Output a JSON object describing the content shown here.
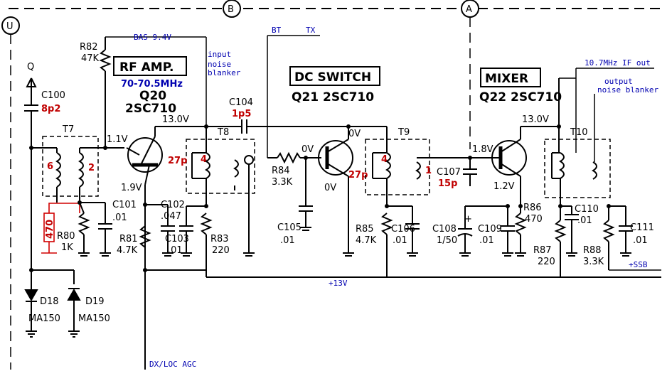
{
  "nodes": {
    "u": "U",
    "b": "B",
    "a": "A"
  },
  "blocks": {
    "rf_amp": "RF AMP.",
    "dc_switch": "DC SWITCH",
    "mixer": "MIXER"
  },
  "transistors": {
    "q20": "Q20",
    "q20_type": "2SC710",
    "q21": "Q21 2SC710",
    "q22": "Q22 2SC710"
  },
  "band": "70-70.5MHz",
  "annotations": {
    "bas": "BAS 9.4V",
    "input": "input",
    "noise": "noise",
    "blanker": "blanker",
    "bt": "BT",
    "tx": "TX",
    "if_out": "10.7MHz IF out",
    "output": "output",
    "noise_blanker": "noise blanker",
    "plus13": "+13V",
    "plus_ssb": "+SSB",
    "agc": "DX/LOC AGC"
  },
  "components": {
    "r82": "R82",
    "r82_val": "47K",
    "c100": "C100",
    "c100_val": "8p2",
    "t7": "T7",
    "t8": "T8",
    "t9": "T9",
    "t10": "T10",
    "c101": "C101",
    "c101_val": ".01",
    "c102": "C102",
    "c102_val": ".047",
    "c103": "C103",
    "c103_val": ".01",
    "r80": "R80",
    "r80_val": "1K",
    "r81": "R81",
    "r81_val": "4.7K",
    "r83": "R83",
    "r83_val": "220",
    "c104": "C104",
    "c104_val": "1p5",
    "r84": "R84",
    "r84_val": "3.3K",
    "c105": "C105",
    "c105_val": ".01",
    "r85": "R85",
    "r85_val": "4.7K",
    "c106": "C106",
    "c106_val": ".01",
    "c107": "C107",
    "c107_val": "15p",
    "c108": "C108",
    "c108_val": "1/50",
    "c109": "C109",
    "c109_val": ".01",
    "r86": "R86",
    "r86_val": "470",
    "c110": "C110",
    "c110_val": ".01",
    "r87": "R87",
    "r87_val": "220",
    "r88": "R88",
    "r88_val": "3.3K",
    "c111": "C111",
    "c111_val": ".01",
    "d18": "D18",
    "d18_type": "MA150",
    "d19": "D19",
    "d19_type": "MA150",
    "r470": "470"
  },
  "voltages": {
    "v11": "1.1V",
    "v130a": "13.0V",
    "v19": "1.9V",
    "v0a": "0V",
    "v0b": "0V",
    "v0c": "0V",
    "v18": "1.8V",
    "v130b": "13.0V",
    "v12": "1.2V"
  },
  "red_labels": {
    "t7_6": "6",
    "t7_2": "2",
    "t8_cap": "27p",
    "t8_4": "4",
    "t9_cap": "27p",
    "t9_4": "4",
    "t9_1": "1",
    "q_label": "Q"
  },
  "misc": {
    "plus": "+"
  }
}
